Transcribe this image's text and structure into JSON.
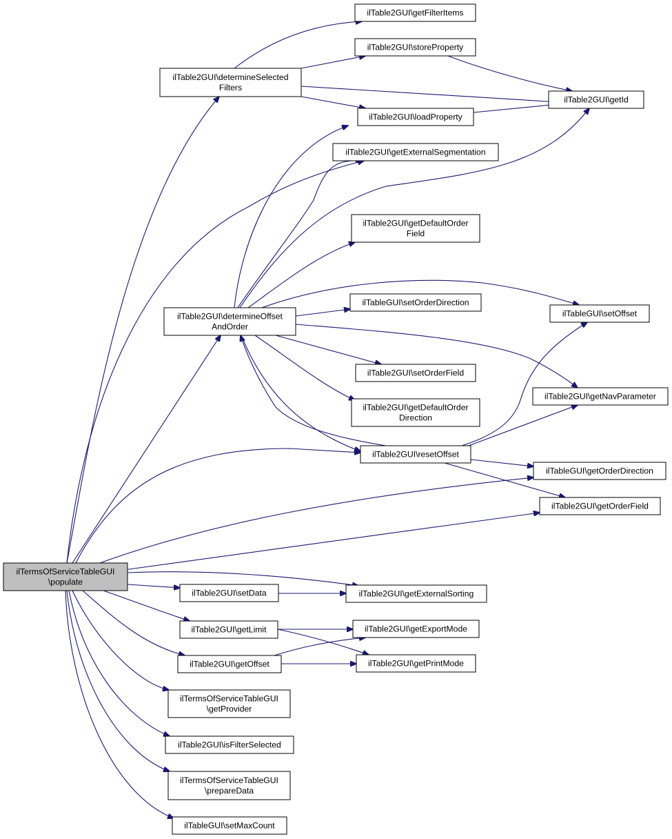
{
  "root": {
    "id": "populate",
    "lines": [
      "ilTermsOfServiceTableGUI",
      "\\populate"
    ]
  },
  "nodes": [
    {
      "id": "getFilterItems",
      "lines": [
        "ilTable2GUI\\getFilterItems"
      ]
    },
    {
      "id": "storeProperty",
      "lines": [
        "ilTable2GUI\\storeProperty"
      ]
    },
    {
      "id": "determineSelectedFilters",
      "lines": [
        "ilTable2GUI\\determineSelected",
        "Filters"
      ]
    },
    {
      "id": "getId",
      "lines": [
        "ilTable2GUI\\getId"
      ]
    },
    {
      "id": "loadProperty",
      "lines": [
        "ilTable2GUI\\loadProperty"
      ]
    },
    {
      "id": "getExternalSegmentation",
      "lines": [
        "ilTable2GUI\\getExternalSegmentation"
      ]
    },
    {
      "id": "getDefaultOrderField",
      "lines": [
        "ilTable2GUI\\getDefaultOrder",
        "Field"
      ]
    },
    {
      "id": "setOrderDirection",
      "lines": [
        "ilTableGUI\\setOrderDirection"
      ]
    },
    {
      "id": "setOffset",
      "lines": [
        "ilTableGUI\\setOffset"
      ]
    },
    {
      "id": "determineOffsetAndOrder",
      "lines": [
        "ilTable2GUI\\determineOffset",
        "AndOrder"
      ]
    },
    {
      "id": "setOrderField",
      "lines": [
        "ilTable2GUI\\setOrderField"
      ]
    },
    {
      "id": "getNavParameter",
      "lines": [
        "ilTable2GUI\\getNavParameter"
      ]
    },
    {
      "id": "getDefaultOrderDirection",
      "lines": [
        "ilTable2GUI\\getDefaultOrder",
        "Direction"
      ]
    },
    {
      "id": "resetOffset",
      "lines": [
        "ilTable2GUI\\resetOffset"
      ]
    },
    {
      "id": "getOrderDirection",
      "lines": [
        "ilTableGUI\\getOrderDirection"
      ]
    },
    {
      "id": "getOrderField",
      "lines": [
        "ilTable2GUI\\getOrderField"
      ]
    },
    {
      "id": "setData",
      "lines": [
        "ilTable2GUI\\setData"
      ]
    },
    {
      "id": "getExternalSorting",
      "lines": [
        "ilTable2GUI\\getExternalSorting"
      ]
    },
    {
      "id": "getLimit",
      "lines": [
        "ilTable2GUI\\getLimit"
      ]
    },
    {
      "id": "getExportMode",
      "lines": [
        "ilTable2GUI\\getExportMode"
      ]
    },
    {
      "id": "getOffset",
      "lines": [
        "ilTable2GUI\\getOffset"
      ]
    },
    {
      "id": "getPrintMode",
      "lines": [
        "ilTable2GUI\\getPrintMode"
      ]
    },
    {
      "id": "getProvider",
      "lines": [
        "ilTermsOfServiceTableGUI",
        "\\getProvider"
      ]
    },
    {
      "id": "isFilterSelected",
      "lines": [
        "ilTable2GUI\\isFilterSelected"
      ]
    },
    {
      "id": "prepareData",
      "lines": [
        "ilTermsOfServiceTableGUI",
        "\\prepareData"
      ]
    },
    {
      "id": "setMaxCount",
      "lines": [
        "ilTableGUI\\setMaxCount"
      ]
    }
  ],
  "edges": [
    {
      "from": "populate",
      "to": "determineSelectedFilters"
    },
    {
      "from": "populate",
      "to": "getExternalSegmentation"
    },
    {
      "from": "populate",
      "to": "determineOffsetAndOrder"
    },
    {
      "from": "populate",
      "to": "resetOffset"
    },
    {
      "from": "populate",
      "to": "getOrderDirection"
    },
    {
      "from": "populate",
      "to": "getOrderField"
    },
    {
      "from": "populate",
      "to": "setData"
    },
    {
      "from": "populate",
      "to": "getExternalSorting"
    },
    {
      "from": "populate",
      "to": "getLimit"
    },
    {
      "from": "populate",
      "to": "getOffset"
    },
    {
      "from": "populate",
      "to": "getProvider"
    },
    {
      "from": "populate",
      "to": "isFilterSelected"
    },
    {
      "from": "populate",
      "to": "prepareData"
    },
    {
      "from": "populate",
      "to": "setMaxCount"
    },
    {
      "from": "determineSelectedFilters",
      "to": "getFilterItems"
    },
    {
      "from": "determineSelectedFilters",
      "to": "storeProperty"
    },
    {
      "from": "determineSelectedFilters",
      "to": "getId"
    },
    {
      "from": "determineSelectedFilters",
      "to": "loadProperty"
    },
    {
      "from": "storeProperty",
      "to": "getId"
    },
    {
      "from": "loadProperty",
      "to": "getId"
    },
    {
      "from": "determineOffsetAndOrder",
      "to": "loadProperty"
    },
    {
      "from": "determineOffsetAndOrder",
      "to": "getExternalSegmentation"
    },
    {
      "from": "determineOffsetAndOrder",
      "to": "getId"
    },
    {
      "from": "determineOffsetAndOrder",
      "to": "getDefaultOrderField"
    },
    {
      "from": "determineOffsetAndOrder",
      "to": "setOrderDirection"
    },
    {
      "from": "determineOffsetAndOrder",
      "to": "setOffset"
    },
    {
      "from": "determineOffsetAndOrder",
      "to": "getNavParameter"
    },
    {
      "from": "determineOffsetAndOrder",
      "to": "setOrderField"
    },
    {
      "from": "determineOffsetAndOrder",
      "to": "getDefaultOrderDirection"
    },
    {
      "from": "determineOffsetAndOrder",
      "to": "resetOffset"
    },
    {
      "from": "resetOffset",
      "to": "determineOffsetAndOrder"
    },
    {
      "from": "resetOffset",
      "to": "setOffset"
    },
    {
      "from": "resetOffset",
      "to": "getNavParameter"
    },
    {
      "from": "resetOffset",
      "to": "getOrderDirection"
    },
    {
      "from": "resetOffset",
      "to": "getOrderField"
    },
    {
      "from": "setData",
      "to": "getExternalSorting"
    },
    {
      "from": "getLimit",
      "to": "getExportMode"
    },
    {
      "from": "getLimit",
      "to": "getPrintMode"
    },
    {
      "from": "getOffset",
      "to": "getExportMode"
    },
    {
      "from": "getOffset",
      "to": "getPrintMode"
    }
  ],
  "colors": {
    "edge": "#191970",
    "root_fill": "#bfbfbf",
    "node_fill": "#ffffff",
    "node_border": "#000000"
  }
}
